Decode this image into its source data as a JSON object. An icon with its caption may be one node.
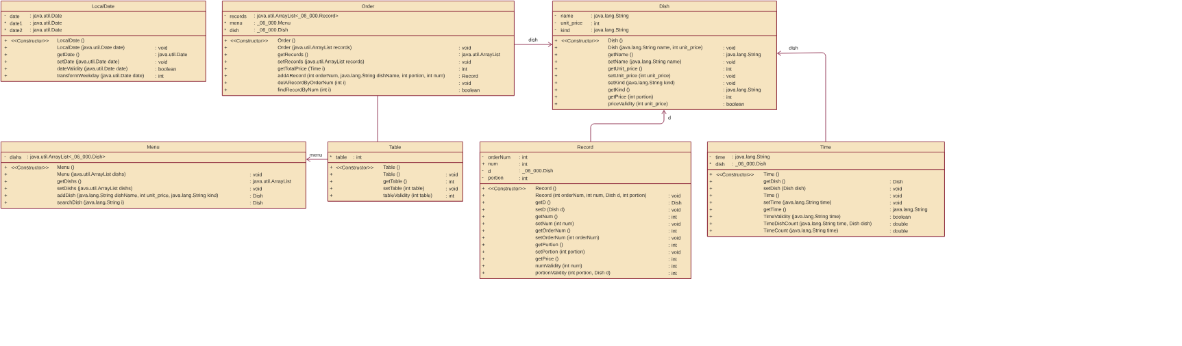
{
  "diagram": {
    "nodes": [
      {
        "text": [
          "LocalDate"
        ]
      },
      {
        "text": [
          "-",
          "date",
          ": java.util.Date",
          "*",
          "date1",
          ": java.util.Date",
          "*",
          "date2",
          ": java.util.Date"
        ],
        "in": 0
      },
      {
        "text": [
          "+",
          "<<Constructor>>",
          "LocalDate ()",
          "+",
          "LocalDate (java.util.Date date)",
          ": void",
          "+",
          "getDate ()",
          ": java.util.Date",
          "+",
          "setDate (java.util.Date date)",
          ": void",
          "+",
          "dateValidity (java.util.Date date)",
          ": boolean",
          "+",
          "transformWeekday (java.util.Date date)",
          ": int"
        ],
        "in": 0
      },
      {
        "text": [
          "Order"
        ]
      },
      {
        "text": [
          "-",
          "records",
          ": java.util.ArrayList<_06_000.Record>",
          "*",
          "menu",
          ": _06_000.Menu",
          "*",
          "dish",
          ": _06_000.Dish"
        ],
        "in": 3
      },
      {
        "text": [
          "+",
          "<<Constructor>>",
          "Order ()",
          "+",
          "Order (java.util.ArrayList records)",
          ": void",
          "+",
          "getRecords ()",
          ": java.util.ArrayList",
          "+",
          "setRecords (java.util.ArrayList records)",
          ": void",
          "+",
          "getTotalPrice (Time i)",
          ": int",
          "+",
          "addARecord (int orderNum, java.lang.String dishName, int portion, int num)",
          ": Record",
          "+",
          "delARecordByOrderNum (int i)",
          ": void",
          "+",
          "findRecordByNum (int i)",
          ": boolean"
        ],
        "in": 3
      },
      {
        "text": [
          "Dish"
        ]
      },
      {
        "text": [
          "-",
          "name",
          ": java.lang.String",
          "-",
          "unit_price",
          ": int",
          "-",
          "kind",
          ": java.lang.String"
        ],
        "in": 6
      },
      {
        "text": [
          "+",
          "<<Constructor>>",
          "Dish ()",
          "+",
          "Dish (java.lang.String name, int unit_price)",
          ": void",
          "+",
          "getName ()",
          ": java.lang.String",
          "+",
          "setName (java.lang.String name)",
          ": void",
          "+",
          "getUnit_price ()",
          ": int",
          "+",
          "setUnit_price (int unit_price)",
          ": void",
          "+",
          "setKind (java.lang.String kind)",
          ": void",
          "+",
          "getKind ()",
          ": java.lang.String",
          "+",
          "getPrice (int portion)",
          ": int",
          "+",
          "priceValidity (int unit_price)",
          ": boolean"
        ],
        "in": 6
      },
      {
        "text": [
          "Menu"
        ]
      },
      {
        "text": [
          "-",
          "dishs",
          ": java.util.ArrayList<_06_000.Dish>"
        ],
        "in": 9
      },
      {
        "text": [
          "+",
          "<<Constructor>>",
          "Menu ()",
          "+",
          "Menu (java.util.ArrayList dishs)",
          ": void",
          "+",
          "getDishs ()",
          ": java.util.ArrayList",
          "+",
          "setDishs (java.util.ArrayList dishs)",
          ": void",
          "+",
          "addDish (java.lang.String dishName, int unit_price, java.lang.String kind)",
          ": Dish",
          "+",
          "searchDish (java.lang.String i)",
          ": Dish"
        ],
        "in": 9
      },
      {
        "text": [
          "Table"
        ]
      },
      {
        "text": [
          "*",
          "table",
          ": int"
        ],
        "in": 12
      },
      {
        "text": [
          "+",
          "<<Constructor>>",
          "Table ()",
          "+",
          "Table ()",
          ": void",
          "+",
          "getTable ()",
          ": int",
          "+",
          "setTable (int table)",
          ": void",
          "+",
          "tableValidity (int table)",
          ": int"
        ],
        "in": 12
      },
      {
        "text": [
          "Record"
        ]
      },
      {
        "text": [
          "-",
          "orderNum",
          ": int",
          "+",
          "num",
          ": int",
          "-",
          "d",
          ": _06_000.Dish",
          "-",
          "portion",
          ": int"
        ],
        "in": 15
      },
      {
        "text": [
          "+",
          "<<Constructor>>",
          "Record ()",
          "+",
          "Record (int orderNum, int num, Dish d, int portion)",
          ": void",
          "+",
          "getD ()",
          ": Dish",
          "+",
          "setD (Dish d)",
          ": void",
          "+",
          "getNum ()",
          ": int",
          "+",
          "setNum (int num)",
          ": void",
          "+",
          "getOrderNum ()",
          ": int",
          "+",
          "setOrderNum (int orderNum)",
          ": void",
          "+",
          "getPortion ()",
          ": int",
          "+",
          "setPortion (int portion)",
          ": void",
          "+",
          "getPrice ()",
          ": int",
          "+",
          "numValidity (int num)",
          ": int",
          "+",
          "portionValidity (int portion, Dish d)",
          ": int"
        ],
        "in": 15
      },
      {
        "text": [
          "Time"
        ]
      },
      {
        "text": [
          "-",
          "time",
          ": java.lang.String",
          "*",
          "dish",
          ": _06_000.Dish"
        ],
        "in": 18
      },
      {
        "text": [
          "+",
          "<<Constructor>>",
          "Time ()",
          "+",
          "getDish ()",
          ": Dish",
          "+",
          "setDish (Dish dish)",
          ": void",
          "+",
          "Time ()",
          ": void",
          "+",
          "setTime (java.lang.String time)",
          ": void",
          "+",
          "getTime ()",
          ": java.lang.String",
          "+",
          "TimeValidity (java.lang.String time)",
          ": boolean",
          "+",
          "TimeDishCount (java.lang.String time, Dish dish)",
          ": double",
          "+",
          "TimeCount (java.lang.String time)",
          ": double"
        ],
        "in": 18
      }
    ],
    "edges": [
      {
        "from": 3,
        "to": 6,
        "arrow": "to",
        "label": "dish"
      },
      {
        "from": 12,
        "to": 9,
        "arrow": "to",
        "label": "menu"
      },
      {
        "from": 12,
        "to": 3,
        "arrow": "none"
      },
      {
        "from": 15,
        "to": 6,
        "arrow": "to",
        "label": "d"
      },
      {
        "from": 18,
        "to": 6,
        "arrow": "to",
        "label": "dish"
      }
    ]
  }
}
